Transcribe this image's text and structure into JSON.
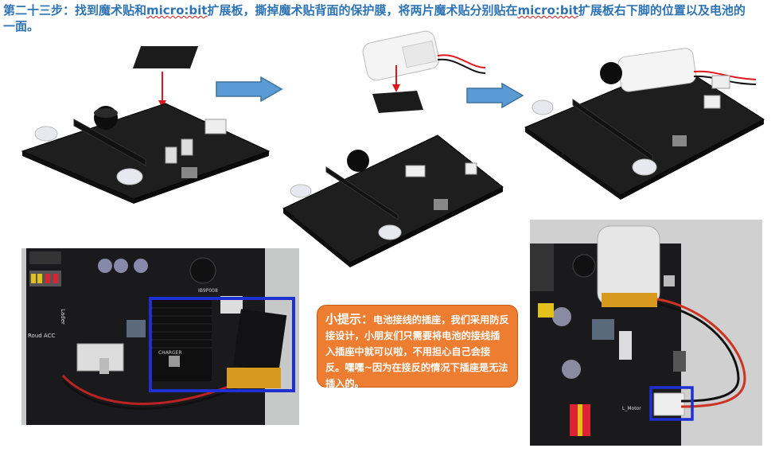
{
  "instruction": {
    "prefix": "第二十三步：找到魔术贴和",
    "brand1": "micro:bit",
    "middle": "扩展板，撕掉魔术贴背面的保护膜，将两片魔术贴分别贴在",
    "brand2": "micro:bit",
    "suffix": "扩展板右下脚的位置以及电池的一面。"
  },
  "tip": {
    "title": "小提示：",
    "body": "电池接线的插座，我们采用防反接设计，小朋友们只需要将电池的接线插入插座中就可以啦，不用担心自己会接反。嘿嘿~因为在接反的情况下插座是无法插入的。"
  },
  "photo1": {
    "module_label": "Lader",
    "side_label": "Roud ACC",
    "charger_label": "CHARGER",
    "chip_label": "IB9P008"
  },
  "photo2": {
    "motor_label": "L_Motor"
  },
  "colors": {
    "instruction_text": "#2E74B5",
    "arrow_fill": "#5B9BD5",
    "arrow_stroke": "#41719C",
    "red_arrow": "#E0161B",
    "tip_fill": "#ED7D31",
    "highlight_box": "#1F2FD0"
  }
}
